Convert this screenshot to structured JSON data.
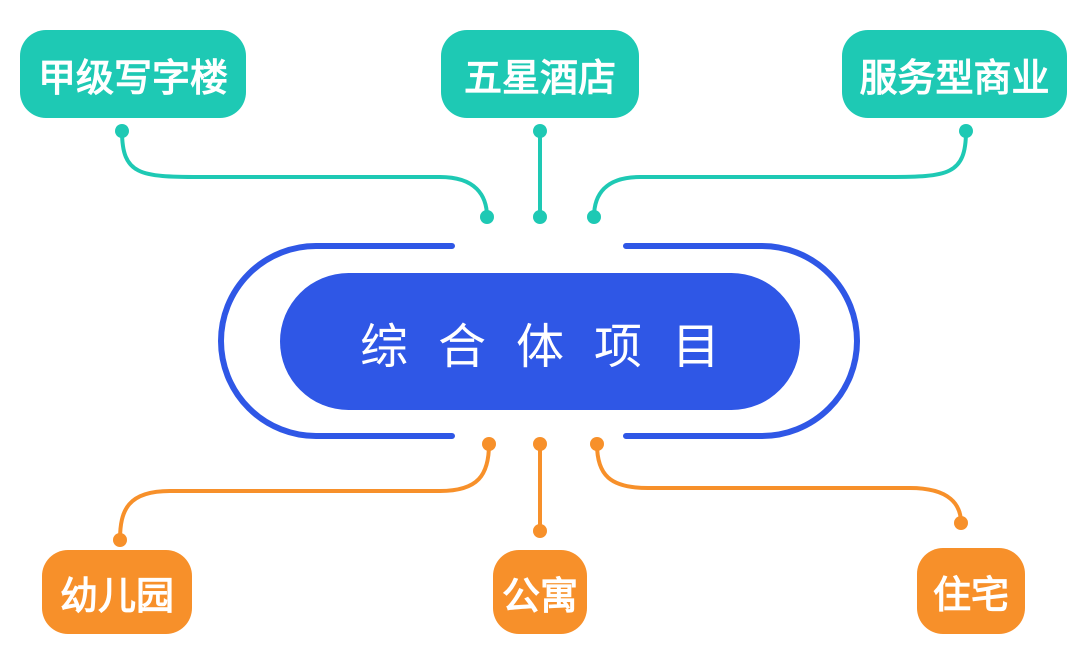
{
  "center": {
    "label": "综合体项目"
  },
  "top_nodes": [
    {
      "label": "甲级写字楼"
    },
    {
      "label": "五星酒店"
    },
    {
      "label": "服务型商业"
    }
  ],
  "bottom_nodes": [
    {
      "label": "幼儿园"
    },
    {
      "label": "公寓"
    },
    {
      "label": "住宅"
    }
  ],
  "colors": {
    "teal": "#1ec9b4",
    "orange": "#f7902a",
    "blue": "#2f57e6"
  }
}
